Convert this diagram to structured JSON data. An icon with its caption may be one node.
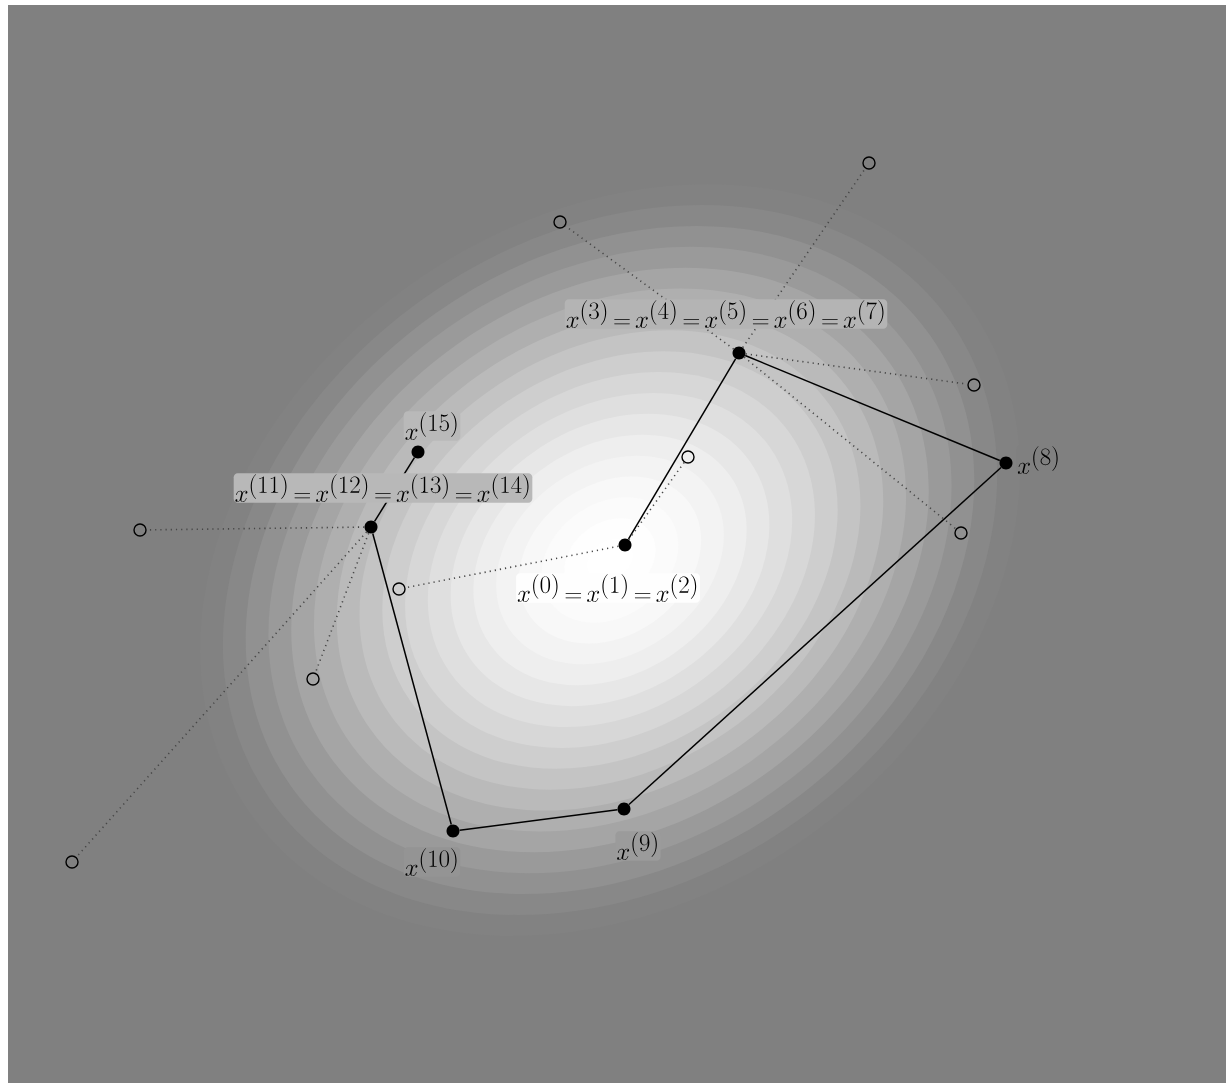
{
  "diagram": {
    "nodes": [
      {
        "text": [],
        "shape": "circle",
        "beside": [
          "x^{(0)}=x^{(1)}=x^{(2)}"
        ]
      },
      {
        "text": [],
        "shape": "circle",
        "beside": [
          "x^{(3)}=x^{(4)}=x^{(5)}=x^{(6)}=x^{(7)}"
        ]
      },
      {
        "text": [],
        "shape": "circle",
        "beside": [
          "x^{(8)}"
        ]
      },
      {
        "text": [],
        "shape": "circle",
        "beside": [
          "x^{(9)}"
        ]
      },
      {
        "text": [],
        "shape": "circle",
        "beside": [
          "x^{(10)}"
        ]
      },
      {
        "text": [],
        "shape": "circle",
        "beside": [
          "x^{(11)}=x^{(12)}=x^{(13)}=x^{(14)}"
        ]
      },
      {
        "text": [],
        "shape": "circle",
        "beside": [
          "x^{(15)}"
        ]
      },
      {
        "text": [],
        "shape": "circle"
      },
      {
        "text": [],
        "shape": "circle"
      },
      {
        "text": [],
        "shape": "circle"
      },
      {
        "text": [],
        "shape": "circle"
      },
      {
        "text": [],
        "shape": "circle"
      },
      {
        "text": [],
        "shape": "circle"
      },
      {
        "text": [],
        "shape": "circle"
      },
      {
        "text": [],
        "shape": "circle"
      },
      {
        "text": [],
        "shape": "circle"
      }
    ],
    "edges": [
      {
        "from": 0,
        "to": 1,
        "arrow": "none"
      },
      {
        "from": 1,
        "to": 2,
        "arrow": "none"
      },
      {
        "from": 2,
        "to": 3,
        "arrow": "none"
      },
      {
        "from": 3,
        "to": 4,
        "arrow": "none"
      },
      {
        "from": 4,
        "to": 5,
        "arrow": "none"
      },
      {
        "from": 5,
        "to": 6,
        "arrow": "none"
      },
      {
        "from": 1,
        "to": 7,
        "arrow": "none",
        "style": "dashed"
      },
      {
        "from": 1,
        "to": 8,
        "arrow": "none",
        "style": "dashed"
      },
      {
        "from": 1,
        "to": 9,
        "arrow": "none",
        "style": "dashed"
      },
      {
        "from": 1,
        "to": 10,
        "arrow": "none",
        "style": "dashed"
      },
      {
        "from": 0,
        "to": 11,
        "arrow": "none",
        "style": "dashed"
      },
      {
        "from": 0,
        "to": 12,
        "arrow": "none",
        "style": "dashed"
      },
      {
        "from": 5,
        "to": 13,
        "arrow": "none",
        "style": "dashed"
      },
      {
        "from": 5,
        "to": 14,
        "arrow": "none",
        "style": "dashed"
      },
      {
        "from": 5,
        "to": 15,
        "arrow": "none",
        "style": "dashed"
      }
    ]
  }
}
